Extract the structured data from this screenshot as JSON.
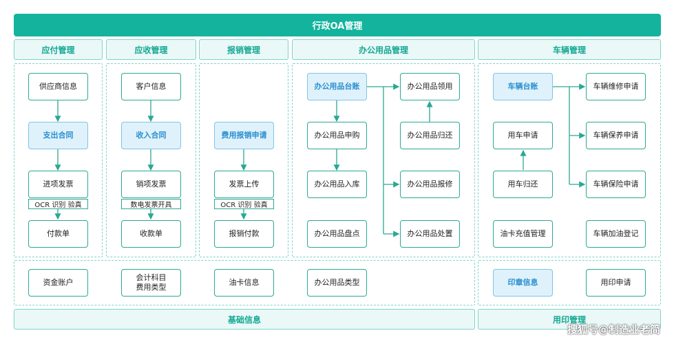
{
  "title": "行政OA管理",
  "headers": {
    "payable": "应付管理",
    "receivable": "应收管理",
    "reimburse": "报销管理",
    "office": "办公用品管理",
    "vehicle": "车辆管理"
  },
  "payable": {
    "n1": "供应商信息",
    "n2": "支出合同",
    "n3": "进项发票",
    "tag": "OCR 识别 验真",
    "n4": "付款单"
  },
  "receivable": {
    "n1": "客户信息",
    "n2": "收入合同",
    "n3": "销项发票",
    "tag": "数电发票开具",
    "n4": "收款单"
  },
  "reimburse": {
    "n1": "费用报销申请",
    "n2": "发票上传",
    "tag": "OCR 识别 验真",
    "n3": "报销付款"
  },
  "office": {
    "ledger": "办公用品台账",
    "purchase": "办公用品申购",
    "stock_in": "办公用品入库",
    "inventory": "办公用品盘点",
    "receive": "办公用品领用",
    "return": "办公用品归还",
    "repair": "办公用品报修",
    "dispose": "办公用品处置"
  },
  "vehicle": {
    "ledger": "车辆台账",
    "apply": "用车申请",
    "return": "用车归还",
    "fuel_card": "油卡充值管理",
    "maintain": "车辆维修申请",
    "service": "车辆保养申请",
    "insurance": "车辆保险申请",
    "refuel": "车辆加油登记"
  },
  "basic": {
    "n1": "资金账户",
    "n2a": "会计科目",
    "n2b": "费用类型",
    "n3": "油卡信息",
    "n4": "办公用品类型"
  },
  "seal": {
    "n1": "印章信息",
    "n2": "用印申请"
  },
  "footers": {
    "basic": "基础信息",
    "seal": "用印管理"
  },
  "watermark": "搜狐号@制造业老简"
}
